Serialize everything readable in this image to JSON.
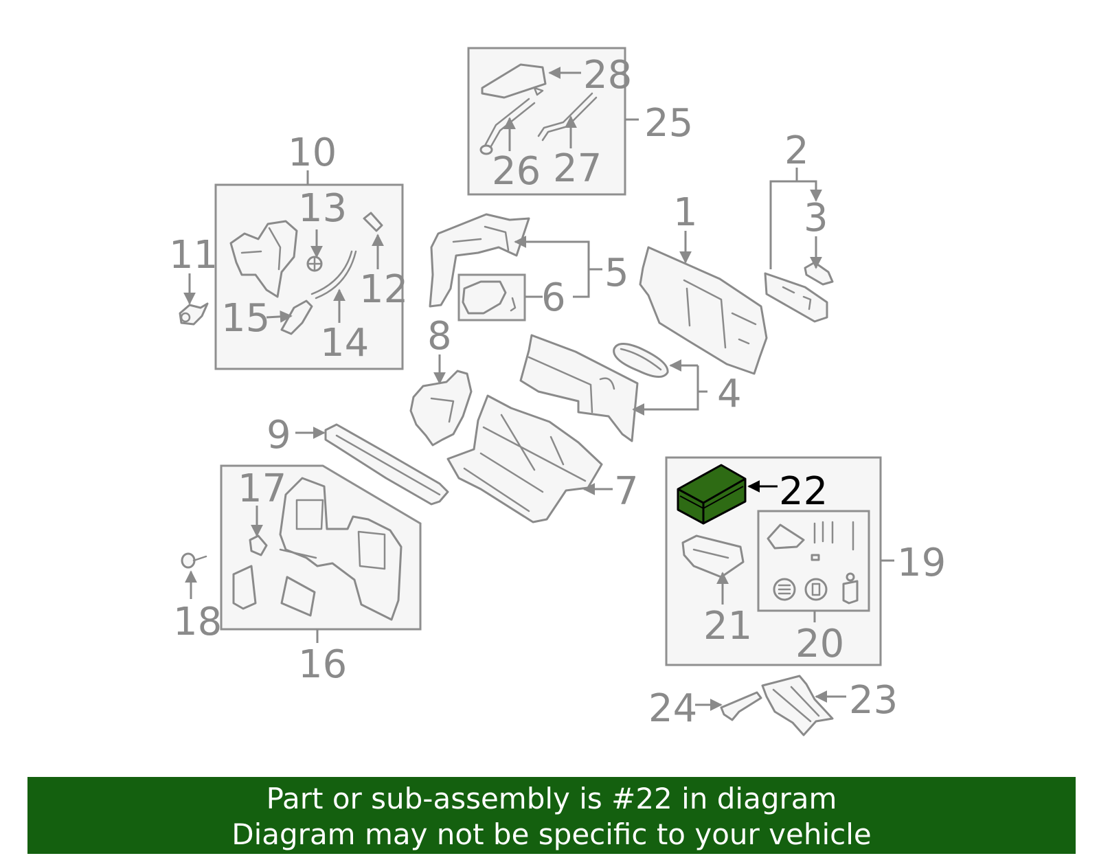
{
  "colors": {
    "line": "#8a8a8a",
    "box_fill": "#f6f6f6",
    "highlight_part": "#2e6b14",
    "footer_bg": "#14600f",
    "footer_text": "#ffffff"
  },
  "callouts": {
    "c1": "1",
    "c2": "2",
    "c3": "3",
    "c4": "4",
    "c5": "5",
    "c6": "6",
    "c7": "7",
    "c8": "8",
    "c9": "9",
    "c10": "10",
    "c11": "11",
    "c12": "12",
    "c13": "13",
    "c14": "14",
    "c15": "15",
    "c16": "16",
    "c17": "17",
    "c18": "18",
    "c19": "19",
    "c20": "20",
    "c21": "21",
    "c22": "22",
    "c23": "23",
    "c24": "24",
    "c25": "25",
    "c26": "26",
    "c27": "27",
    "c28": "28"
  },
  "highlighted_part": "22",
  "footer": {
    "line1": "Part or sub-assembly is #22 in diagram",
    "line2": "Diagram may not be specific to your vehicle"
  }
}
